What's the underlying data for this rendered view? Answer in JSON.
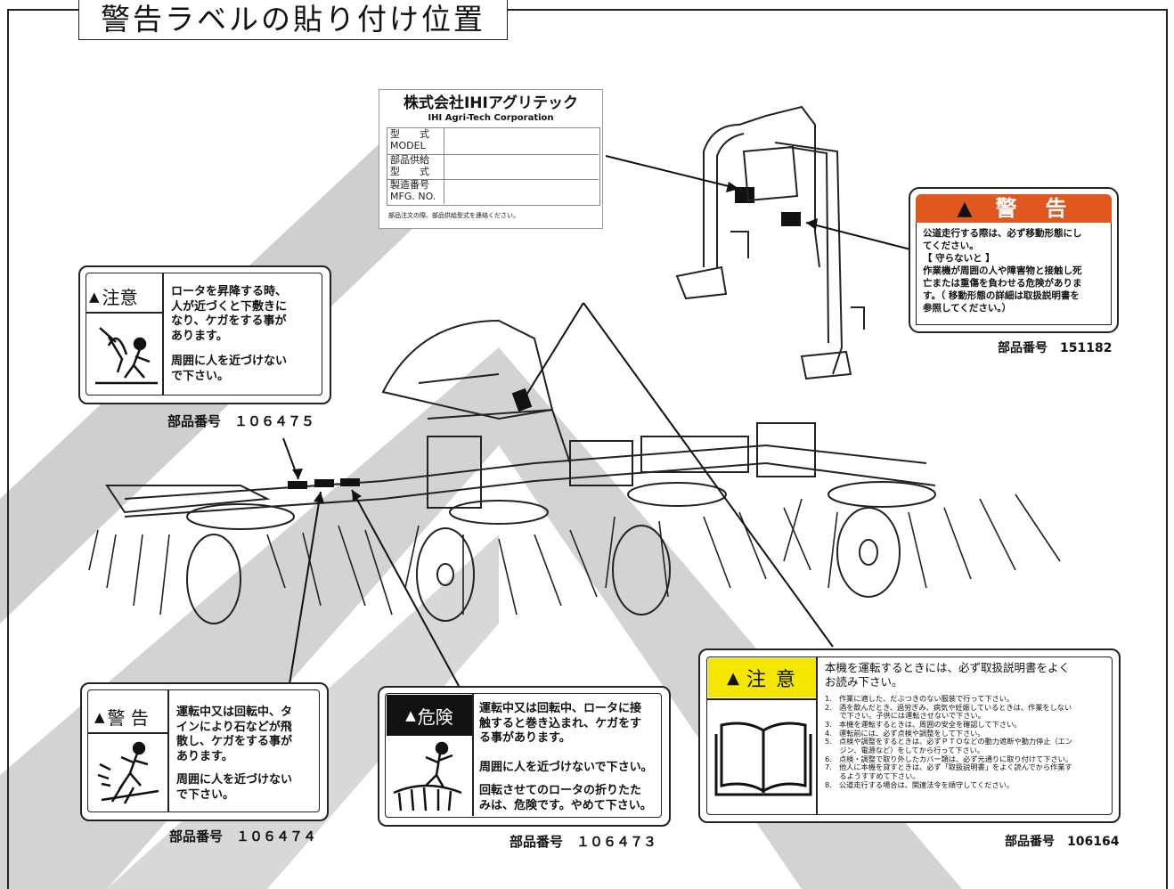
{
  "title": "警告ラベルの貼り付け位置",
  "nameplate": {
    "company": "株式会社IHIアグリテック",
    "company_en": "IHI Agri-Tech Corporation",
    "rows": [
      {
        "jp": "型　　式",
        "en": "MODEL"
      },
      {
        "jp": "部品供給",
        "en": "型　　式"
      },
      {
        "jp": "製造番号",
        "en": "MFG. NO."
      }
    ],
    "footnote": "部品注文の際、部品供給型式を連絡ください。"
  },
  "label_151182": {
    "header": "警　告",
    "body": "公道走行する際は、必ず移動形態にし\nてください。\n【 守らないと 】\n作業機が周囲の人や障害物と接触し死\n亡または重傷を負わせる危険がありま\nす。（ 移動形態の詳細は取扱説明書を\n参照してください。）",
    "part_number": "部品番号　151182"
  },
  "label_106475": {
    "header": "注意",
    "text1": "ロータを昇降する時、\n人が近づくと下敷きに\nなり、ケガをする事が\nあります。",
    "text2": "周囲に人を近づけない\nで下さい。",
    "part_number": "部品番号　１０６４７５"
  },
  "label_106474": {
    "header": "警 告",
    "text1": "運転中又は回転中、タ\nインにより石などが飛\n散し、ケガをする事が\nあります。",
    "text2": "周囲に人を近づけない\nで下さい。",
    "part_number": "部品番号　１０６４７４"
  },
  "label_106473": {
    "header": "危険",
    "text1": "運転中又は回転中、ロータに接\n触すると巻き込まれ、ケガをす\nる事があります。",
    "text2": "周囲に人を近づけないで下さい。",
    "text3": "回転させてのロータの折りたた\nみは、危険です。やめて下さい。",
    "part_number": "部品番号　１０６４７３"
  },
  "label_106164": {
    "header": "注 意",
    "lead": "本機を運転するときには、必ず取扱説明書をよく\nお読み下さい。",
    "items": [
      "1.　作業に適した、だぶつきのない服装で行って下さい。",
      "2.　酒を飲んだとき、過労ぎみ、病気や妊娠しているときは、作業をしない\n　　で下さい。子供には運転させないで下さい。",
      "3.　本機を運転するときは、周囲の安全を確認して下さい。",
      "4.　運転前には、必ず点検や調整をして下さい。",
      "5.　点検や調整をするときは、必ずＰＴＯなどの動力遮断や動力停止（エン\n　　ジン、電源など）をしてから行って下さい。",
      "6.　点検・調整で取り外したカバー類は、必ず元通りに取り付けて下さい。",
      "7.　他人に本機を貸すときは、必ず「取扱説明書」をよく読んでから作業す\n　　るようすすめて下さい。",
      "8.　公道走行する場合は、関連法令を順守してください。"
    ],
    "part_number": "部品番号　106164"
  },
  "colors": {
    "warning_orange": "#e0571f",
    "caution_yellow": "#f5e600",
    "danger_black": "#111111",
    "watermark_gray": "#9a9a9a"
  }
}
